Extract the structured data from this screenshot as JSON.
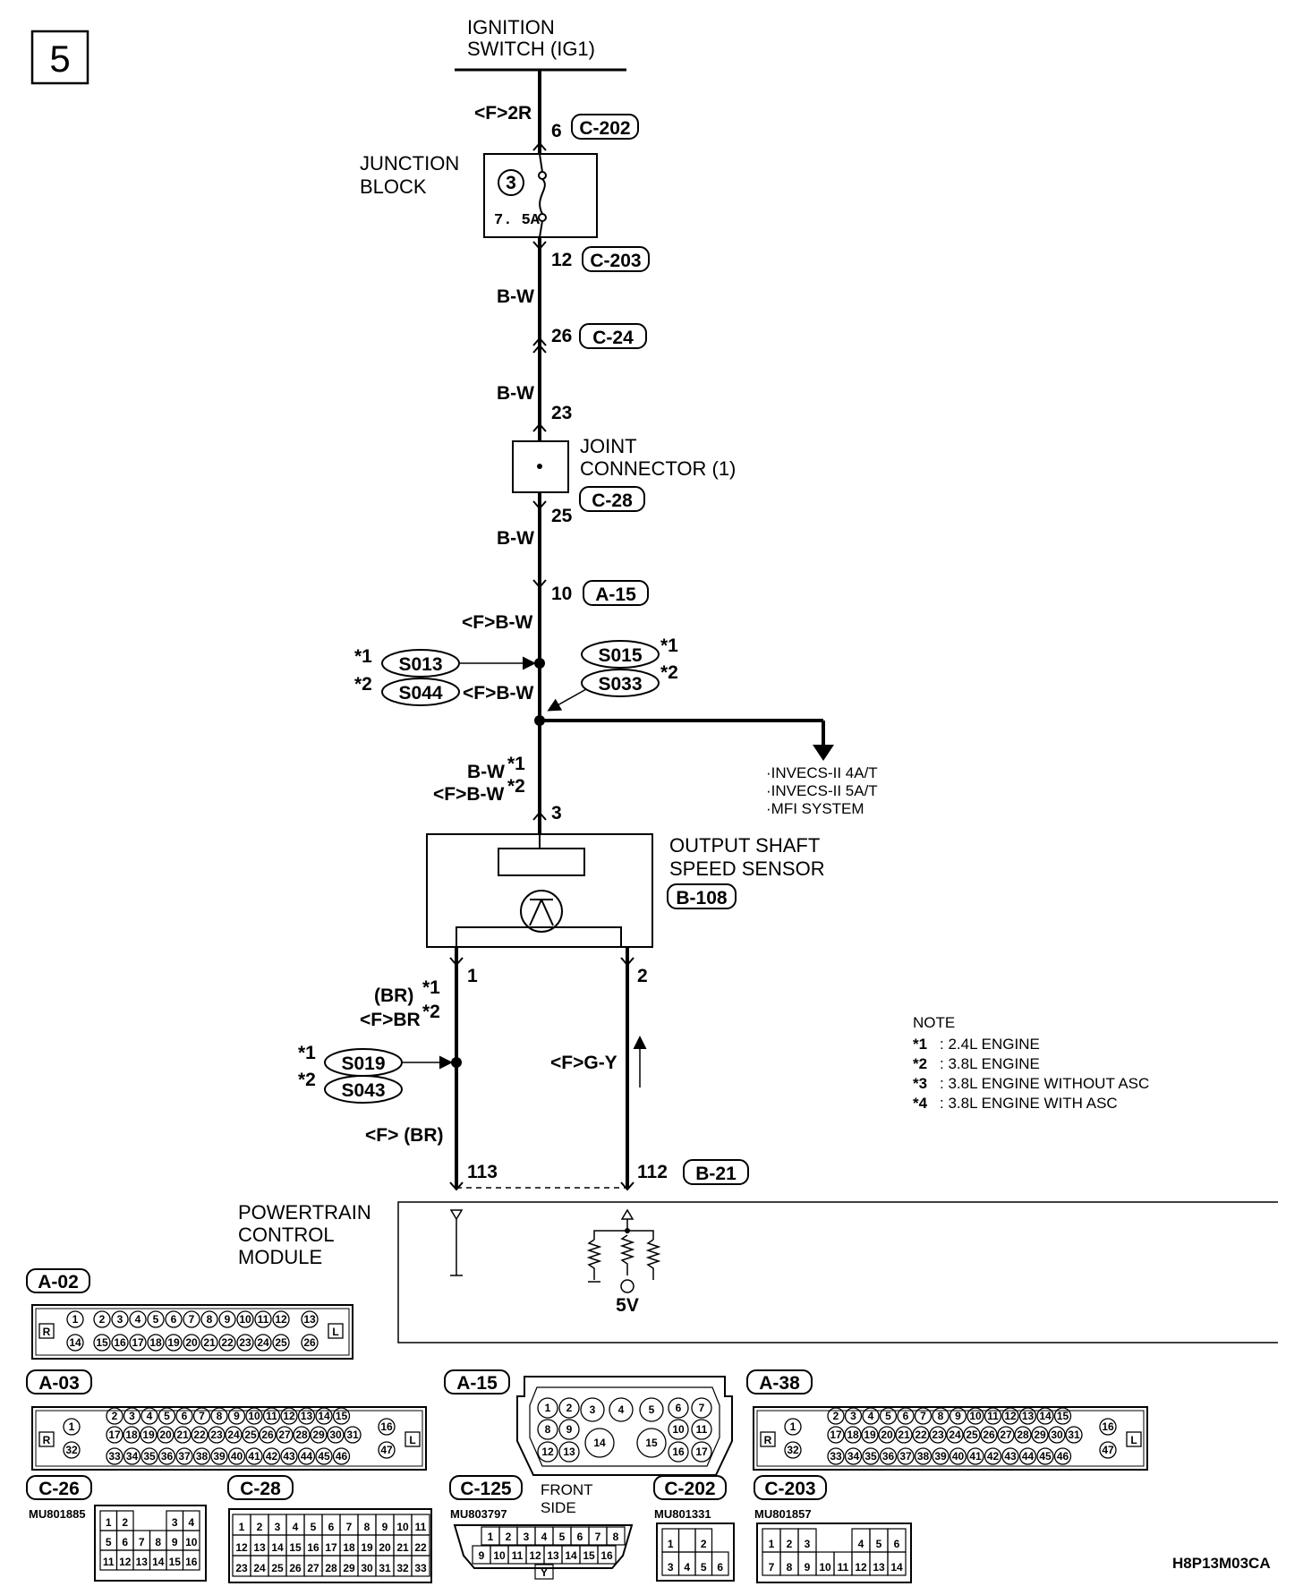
{
  "page_number": "5",
  "figure_code": "H8P13M03CA",
  "source": [
    "IGNITION",
    "SWITCH (IG1)"
  ],
  "junction_block": {
    "name": [
      "JUNCTION",
      "BLOCK"
    ],
    "fuse_number": "3",
    "fuse_rating": "7. 5A"
  },
  "joint_connector": [
    "JOINT",
    "CONNECTOR (1)"
  ],
  "sensor": {
    "name": [
      "OUTPUT SHAFT",
      "SPEED SENSOR"
    ],
    "connector": "B-108",
    "pin_power": "3",
    "pin_1": "1",
    "pin_2": "2"
  },
  "pcm": {
    "name": [
      "POWERTRAIN",
      "CONTROL",
      "MODULE"
    ],
    "pin_113": "113",
    "pin_112": "112",
    "connector": "B-21",
    "ref_voltage": "5V"
  },
  "connectors": {
    "c202": "C-202",
    "c202_pin": "6",
    "c203": "C-203",
    "c203_pin": "12",
    "c24": "C-24",
    "c24_pin": "26",
    "joint_in_pin": "23",
    "c28": "C-28",
    "c28_pin": "25",
    "a15": "A-15",
    "a15_pin": "10"
  },
  "wires": {
    "w1": "<F>2R",
    "w2": "B-W",
    "w3": "B-W",
    "w4": "B-W",
    "w5": "<F>B-W",
    "w6": "<F>B-W",
    "w7": "B-W",
    "w8": "<F>B-W",
    "w9": "(BR)",
    "w10": "<F>BR",
    "w11": "<F> (BR)",
    "w12": "<F>G-Y"
  },
  "splices": {
    "s013": "S013",
    "s044": "S044",
    "s015": "S015",
    "s033": "S033",
    "s019": "S019",
    "s043": "S043"
  },
  "footnote_marks": {
    "m1": "*1",
    "m2": "*2"
  },
  "branch_systems": [
    "·INVECS-II 4A/T",
    "·INVECS-II 5A/T",
    "·MFI SYSTEM"
  ],
  "note": {
    "title": "NOTE",
    "items": [
      {
        "mark": "*1",
        "text": ": 2.4L ENGINE"
      },
      {
        "mark": "*2",
        "text": ": 3.8L ENGINE"
      },
      {
        "mark": "*3",
        "text": ": 3.8L ENGINE WITHOUT ASC"
      },
      {
        "mark": "*4",
        "text": ": 3.8L ENGINE WITH ASC"
      }
    ]
  },
  "connector_views": {
    "a02": "A-02",
    "a03": "A-03",
    "a15": "A-15",
    "a38": "A-38",
    "c26": "C-26",
    "c28": "C-28",
    "c125": "C-125",
    "c202": "C-202",
    "c203": "C-203",
    "c26_part": "MU801885",
    "c125_part": "MU803797",
    "c202_part": "MU801331",
    "c203_part": "MU801857",
    "front_side": [
      "FRONT",
      "SIDE"
    ],
    "side_r": "R",
    "side_l": "L",
    "key_y": "Y"
  }
}
